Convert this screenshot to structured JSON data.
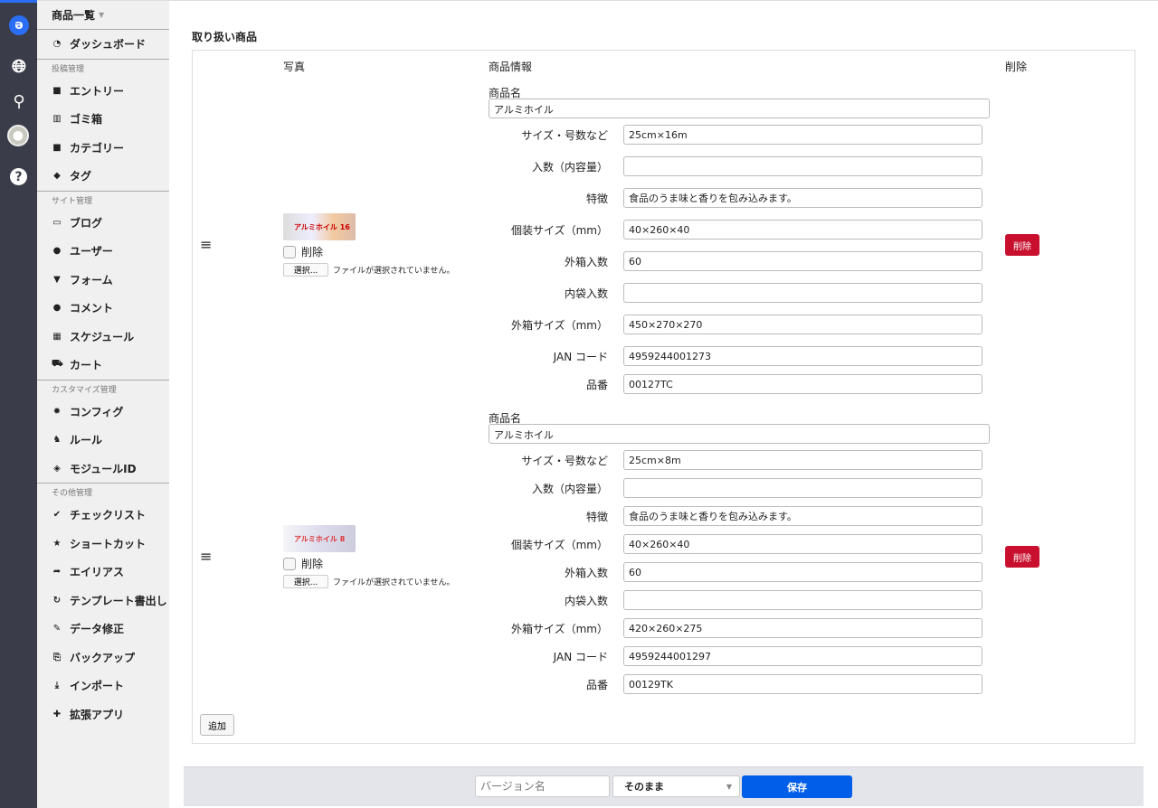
{
  "sidebar": {
    "header": "商品一覧",
    "sections": [
      {
        "title": null,
        "items": [
          {
            "icon": "dashboard-icon",
            "glyph": "◔",
            "label": "ダッシュボード"
          }
        ]
      },
      {
        "title": "投稿管理",
        "items": [
          {
            "icon": "entry-icon",
            "glyph": "■",
            "label": "エントリー"
          },
          {
            "icon": "trash-icon",
            "glyph": "▥",
            "label": "ゴミ箱"
          },
          {
            "icon": "category-icon",
            "glyph": "■",
            "label": "カテゴリー"
          },
          {
            "icon": "tag-icon",
            "glyph": "◆",
            "label": "タグ"
          }
        ]
      },
      {
        "title": "サイト管理",
        "items": [
          {
            "icon": "blog-icon",
            "glyph": "▭",
            "label": "ブログ"
          },
          {
            "icon": "user-icon",
            "glyph": "●",
            "label": "ユーザー"
          },
          {
            "icon": "form-icon",
            "glyph": "▼",
            "label": "フォーム"
          },
          {
            "icon": "comment-icon",
            "glyph": "●",
            "label": "コメント"
          },
          {
            "icon": "calendar-icon",
            "glyph": "▦",
            "label": "スケジュール"
          },
          {
            "icon": "cart-icon",
            "glyph": "⛟",
            "label": "カート"
          }
        ]
      },
      {
        "title": "カスタマイズ管理",
        "items": [
          {
            "icon": "gear-icon",
            "glyph": "✹",
            "label": "コンフィグ"
          },
          {
            "icon": "rule-icon",
            "glyph": "♞",
            "label": "ルール"
          },
          {
            "icon": "module-icon",
            "glyph": "◈",
            "label": "モジュールID"
          }
        ]
      },
      {
        "title": "その他管理",
        "items": [
          {
            "icon": "check-icon",
            "glyph": "✔",
            "label": "チェックリスト"
          },
          {
            "icon": "star-icon",
            "glyph": "★",
            "label": "ショートカット"
          },
          {
            "icon": "alias-icon",
            "glyph": "➦",
            "label": "エイリアス"
          },
          {
            "icon": "export-icon",
            "glyph": "↻",
            "label": "テンプレート書出し"
          },
          {
            "icon": "wrench-icon",
            "glyph": "✎",
            "label": "データ修正"
          },
          {
            "icon": "backup-icon",
            "glyph": "⎘",
            "label": "バックアップ"
          },
          {
            "icon": "import-icon",
            "glyph": "⤓",
            "label": "インポート"
          },
          {
            "icon": "puzzle-icon",
            "glyph": "✚",
            "label": "拡張アプリ"
          }
        ]
      }
    ]
  },
  "main": {
    "section_title": "取り扱い商品",
    "columns": {
      "photo": "写真",
      "info": "商品情報",
      "delete": "削除"
    },
    "products": [
      {
        "name_label": "商品名",
        "name": "アルミホイル",
        "thumb_text": "アルミホイル 16",
        "delete_check": "削除",
        "file_button": "選択...",
        "file_status": "ファイルが選択されていません。",
        "delete_button": "削除",
        "fields": [
          {
            "label": "サイズ・号数など",
            "value": "25cm×16m"
          },
          {
            "label": "入数（内容量）",
            "value": ""
          },
          {
            "label": "特徴",
            "value": "食品のうま味と香りを包み込みます。"
          },
          {
            "label": "個装サイズ（mm）",
            "value": "40×260×40"
          },
          {
            "label": "外箱入数",
            "value": "60"
          },
          {
            "label": "内袋入数",
            "value": ""
          },
          {
            "label": "外箱サイズ（mm）",
            "value": "450×270×270"
          },
          {
            "label": "JAN コード",
            "value": "4959244001273"
          },
          {
            "label": "品番",
            "value": "00127TC"
          }
        ]
      },
      {
        "name_label": "商品名",
        "name": "アルミホイル",
        "thumb_text": "アルミホイル 8",
        "delete_check": "削除",
        "file_button": "選択...",
        "file_status": "ファイルが選択されていません。",
        "delete_button": "削除",
        "fields": [
          {
            "label": "サイズ・号数など",
            "value": "25cm×8m"
          },
          {
            "label": "入数（内容量）",
            "value": ""
          },
          {
            "label": "特徴",
            "value": "食品のうま味と香りを包み込みます。"
          },
          {
            "label": "個装サイズ（mm）",
            "value": "40×260×40"
          },
          {
            "label": "外箱入数",
            "value": "60"
          },
          {
            "label": "内袋入数",
            "value": ""
          },
          {
            "label": "外箱サイズ（mm）",
            "value": "420×260×275"
          },
          {
            "label": "JAN コード",
            "value": "4959244001297"
          },
          {
            "label": "品番",
            "value": "00129TK"
          }
        ]
      }
    ],
    "add_button": "追加"
  },
  "footer": {
    "version_placeholder": "バージョン名",
    "status_select": "そのまま",
    "save_button": "保存"
  },
  "colors": {
    "rail": "#3a3c49",
    "accent": "#005ee8",
    "danger": "#c8102e"
  }
}
